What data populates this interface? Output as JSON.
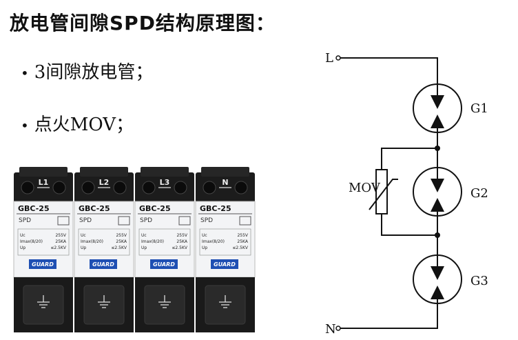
{
  "title": "放电管间隙SPD结构原理图：",
  "bullets": [
    "3间隙放电管；",
    "点火MOV；"
  ],
  "modules": [
    {
      "terminal": "L1",
      "model": "GBC-25",
      "type": "SPD",
      "uc": "255V",
      "imax": "25KA",
      "up": "≤2.5KV",
      "logo": "GUARD"
    },
    {
      "terminal": "L2",
      "model": "GBC-25",
      "type": "SPD",
      "uc": "255V",
      "imax": "25KA",
      "up": "≤2.5KV",
      "logo": "GUARD"
    },
    {
      "terminal": "L3",
      "model": "GBC-25",
      "type": "SPD",
      "uc": "255V",
      "imax": "25KA",
      "up": "≤2.5KV",
      "logo": "GUARD"
    },
    {
      "terminal": "N",
      "model": "GBC-25",
      "type": "SPD",
      "uc": "255V",
      "imax": "25KA",
      "up": "≤2.5KV",
      "logo": "GUARD"
    }
  ],
  "spec_labels": {
    "uc": "Uc",
    "imax": "Imax(8/20)",
    "up": "Up"
  },
  "circuit": {
    "terminal_top": "L",
    "terminal_bottom": "N",
    "mov_label": "MOV",
    "gaps": [
      "G1",
      "G2",
      "G3"
    ]
  }
}
